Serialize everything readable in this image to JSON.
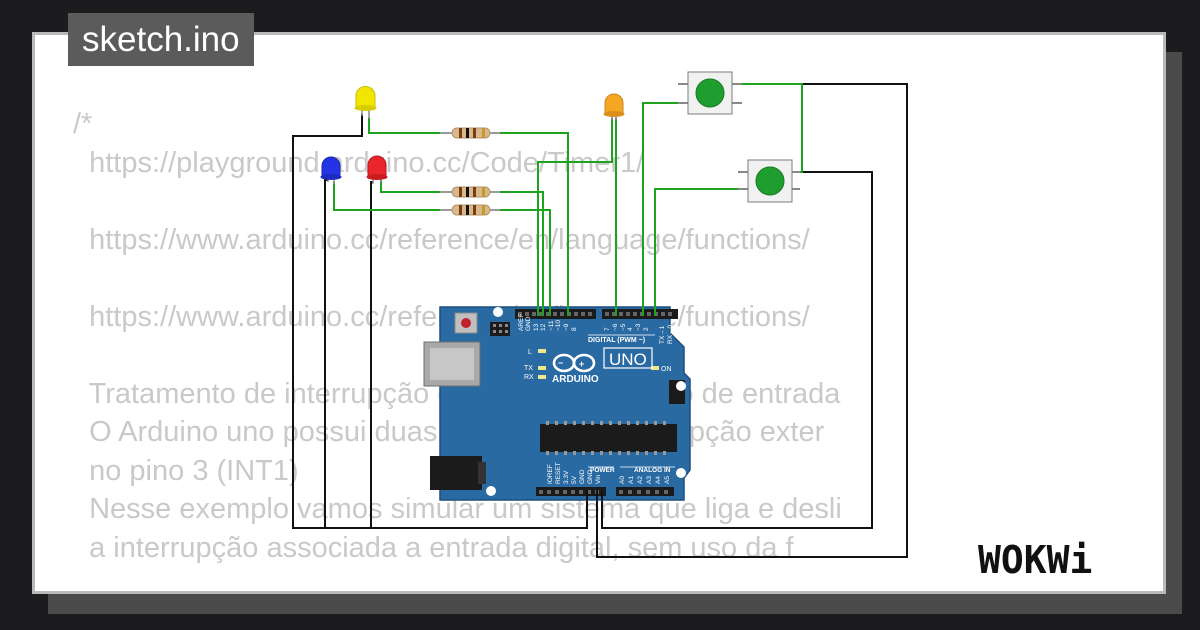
{
  "tab": {
    "filename": "sketch.ino"
  },
  "code": {
    "lines": [
      "/*",
      "  https://playground.arduino.cc/Code/Timer1/",
      "",
      "  https://www.arduino.cc/reference/en/language/functions/",
      "",
      "  https://www.arduino.cc/reference/en/language/functions/",
      "",
      "  Tratamento de interrupção externa em um pino de entrada",
      "  O Arduino uno possui duas entradas de interrupção exter",
      "  no pino 3 (INT1)",
      "  Nesse exemplo vamos simular um sistema que liga e desli",
      "  a interrupção associada a entrada digital, sem uso da f"
    ]
  },
  "board": {
    "model": "UNO",
    "brand": "ARDUINO",
    "digital_label": "DIGITAL (PWM ~)",
    "power_label": "POWER",
    "analog_label": "ANALOG IN",
    "on_label": "ON",
    "led_labels": [
      "L",
      "TX",
      "RX"
    ],
    "top_pins": [
      "AREF",
      "GND",
      "13",
      "12",
      "~11",
      "~10",
      "~9",
      "8",
      "7",
      "~6",
      "~5",
      "4",
      "~3",
      "2",
      "TX→1",
      "RX←0"
    ],
    "power_pins": [
      "IOREF",
      "RESET",
      "3.3V",
      "5V",
      "GND",
      "GND",
      "Vin"
    ],
    "analog_pins": [
      "A0",
      "A1",
      "A2",
      "A3",
      "A4",
      "A5"
    ]
  },
  "components": {
    "leds": [
      {
        "name": "yellow-led",
        "color": "#f2e600"
      },
      {
        "name": "red-led",
        "color": "#e8262b"
      },
      {
        "name": "blue-led",
        "color": "#2433e6"
      },
      {
        "name": "orange-led",
        "color": "#f5a623"
      }
    ],
    "buttons": [
      {
        "name": "top-pushbutton",
        "color": "#1f9e2f"
      },
      {
        "name": "bottom-pushbutton",
        "color": "#1f9e2f"
      }
    ]
  },
  "colors": {
    "board": "#2a6aa3",
    "wire_signal": "#1ea31e",
    "wire_ground": "#111111",
    "code_text": "#c9c9c9",
    "tag_bg": "#5b5b5b"
  },
  "brand": {
    "logo_text": "WOKWi"
  }
}
